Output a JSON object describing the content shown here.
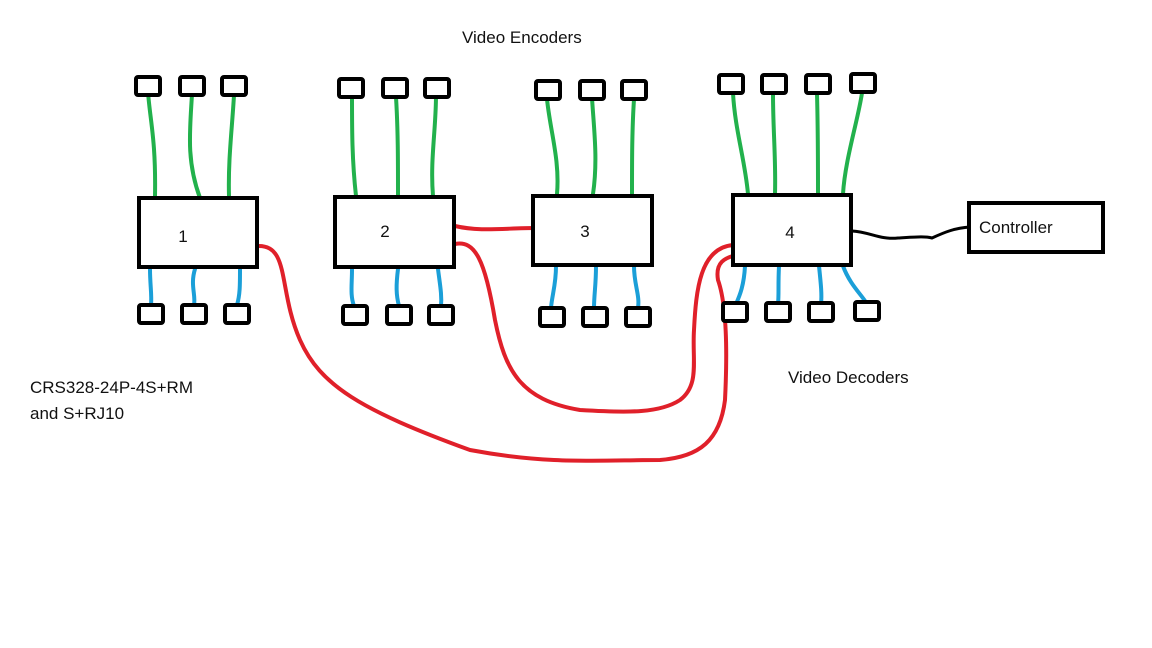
{
  "labels": {
    "encoders": "Video Encoders",
    "decoders": "Video Decoders",
    "switch_model_line1": "CRS328-24P-4S+RM",
    "switch_model_line2": "and S+RJ10"
  },
  "switches": [
    {
      "label": "1"
    },
    {
      "label": "2"
    },
    {
      "label": "3"
    },
    {
      "label": "4"
    }
  ],
  "controller": {
    "label": "Controller"
  },
  "colors": {
    "encoder_link": "#22b14c",
    "decoder_link": "#1b9fd8",
    "trunk_link": "#e0202a",
    "controller_link": "#000000",
    "box_stroke": "#000000"
  },
  "icons": {
    "encoder": "small-box-icon",
    "decoder": "small-box-icon"
  }
}
